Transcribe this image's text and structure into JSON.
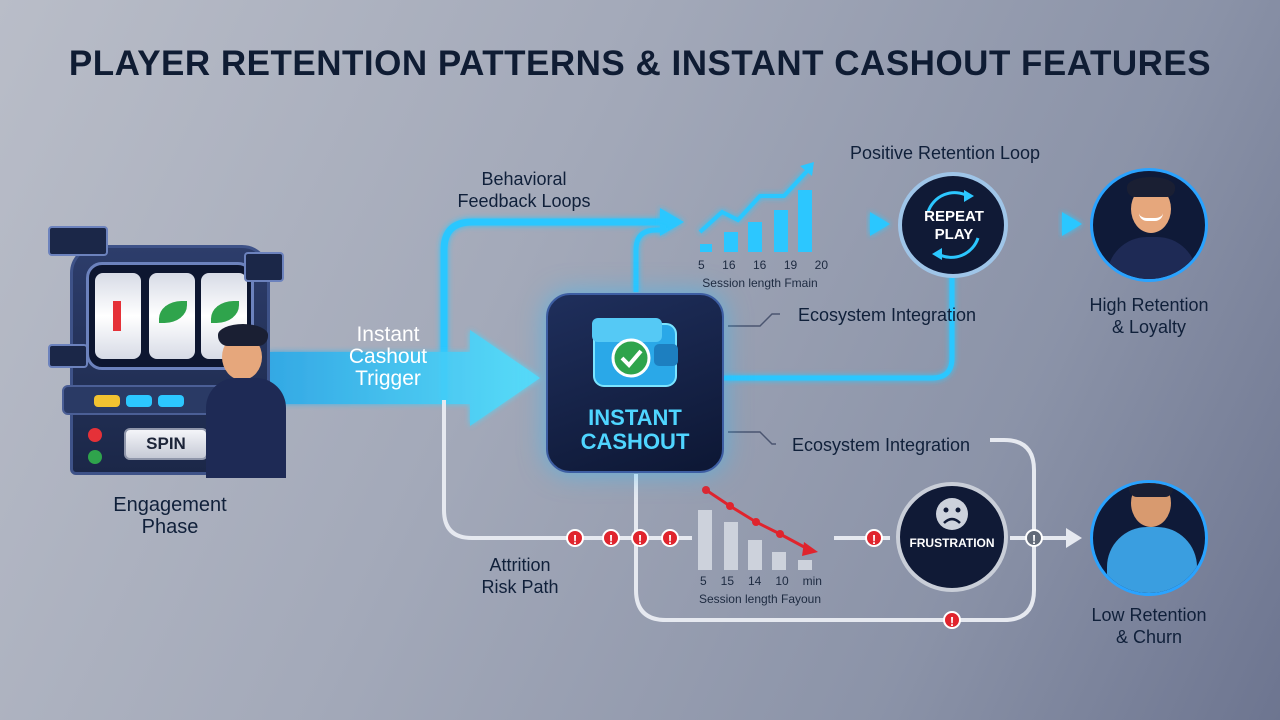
{
  "title": "PLAYER RETENTION PATTERNS & INSTANT CASHOUT FEATURES",
  "left": {
    "spin_label": "SPIN",
    "phase_label_line1": "Engagement",
    "phase_label_line2": "Phase"
  },
  "trigger": {
    "line1": "Instant",
    "line2": "Cashout",
    "line3": "Trigger"
  },
  "center": {
    "line1": "INSTANT",
    "line2": "CASHOUT"
  },
  "top_path": {
    "label_line1": "Behavioral",
    "label_line2": "Feedback Loops",
    "loop_label": "Positive Retention Loop",
    "ecosystem_label": "Ecosystem Integration",
    "chart_ticks": [
      "5",
      "16",
      "16",
      "19",
      "20"
    ],
    "chart_caption": "Session length Fmain",
    "repeat_line1": "REPEAT",
    "repeat_line2": "PLAY",
    "outcome_line1": "High Retention",
    "outcome_line2": "& Loyalty"
  },
  "bottom_path": {
    "label_line1": "Attrition",
    "label_line2": "Risk Path",
    "ecosystem_label": "Ecosystem Integration",
    "chart_ticks": [
      "5",
      "15",
      "14",
      "10",
      "min"
    ],
    "chart_caption": "Session length Fayoun",
    "frustration_label": "FRUSTRATION",
    "outcome_line1": "Low Retention",
    "outcome_line2": "& Churn"
  },
  "alert_glyph": "!",
  "colors": {
    "flow_positive": "#2cc7ff",
    "flow_neutral": "#e6e9f0",
    "alert": "#e0242d",
    "decline": "#e0242d",
    "title": "#0f1c33"
  },
  "icons": [
    "slot-machine-icon",
    "wallet-check-icon",
    "trend-up-icon",
    "trend-down-icon",
    "repeat-arrows-icon",
    "sad-face-icon",
    "happy-person-icon",
    "sad-person-icon"
  ]
}
